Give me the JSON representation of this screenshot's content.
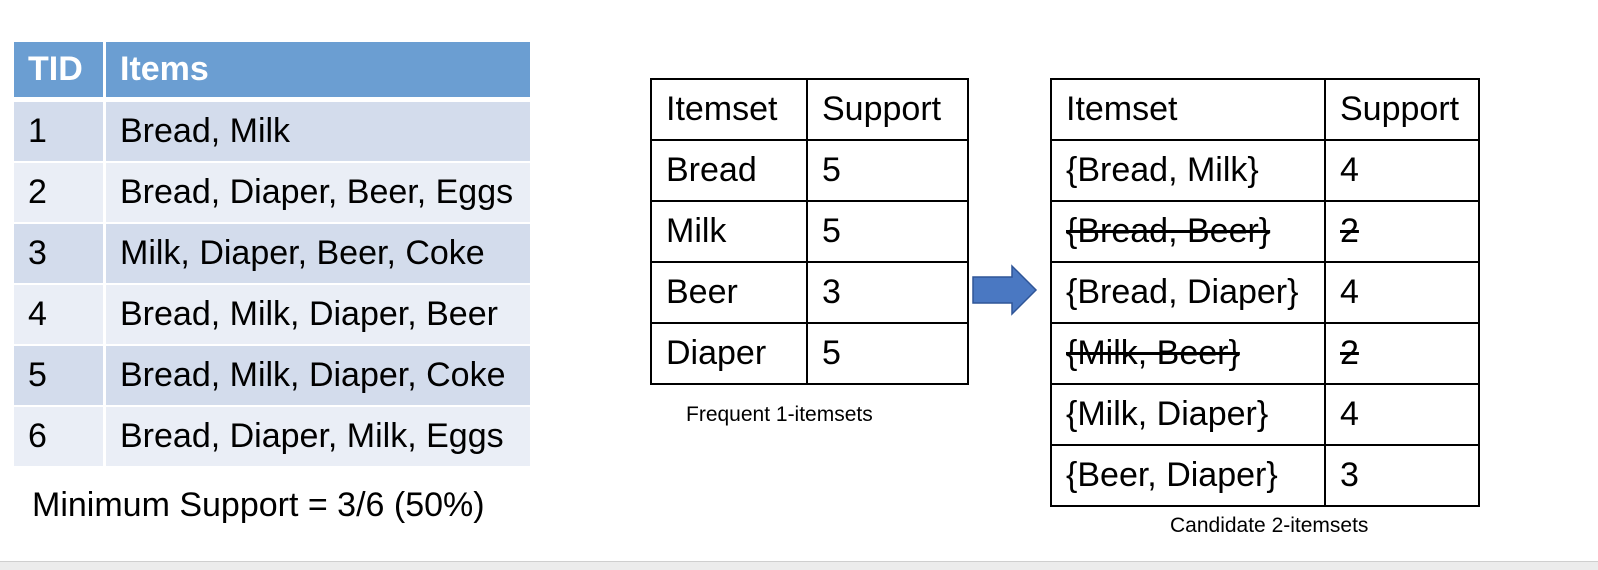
{
  "transactions": {
    "headers": [
      "TID",
      "Items"
    ],
    "rows": [
      {
        "tid": "1",
        "items": "Bread, Milk"
      },
      {
        "tid": "2",
        "items": "Bread, Diaper, Beer, Eggs"
      },
      {
        "tid": "3",
        "items": "Milk, Diaper, Beer, Coke"
      },
      {
        "tid": "4",
        "items": "Bread, Milk, Diaper, Beer"
      },
      {
        "tid": "5",
        "items": "Bread, Milk, Diaper, Coke"
      },
      {
        "tid": "6",
        "items": "Bread, Diaper, Milk, Eggs"
      }
    ]
  },
  "min_support": "Minimum Support = 3/6 (50%)",
  "frequent_1": {
    "headers": [
      "Itemset",
      "Support"
    ],
    "rows": [
      {
        "itemset": "Bread",
        "support": "5"
      },
      {
        "itemset": "Milk",
        "support": "5"
      },
      {
        "itemset": "Beer",
        "support": "3"
      },
      {
        "itemset": "Diaper",
        "support": "5"
      }
    ],
    "caption": "Frequent 1-itemsets"
  },
  "candidate_2": {
    "headers": [
      "Itemset",
      "Support"
    ],
    "rows": [
      {
        "itemset": "{Bread, Milk}",
        "support": "4",
        "pruned": false
      },
      {
        "itemset": "{Bread, Beer}",
        "support": "2",
        "pruned": true
      },
      {
        "itemset": "{Bread, Diaper}",
        "support": "4",
        "pruned": false
      },
      {
        "itemset": "{Milk, Beer}",
        "support": "2",
        "pruned": true
      },
      {
        "itemset": "{Milk, Diaper}",
        "support": "4",
        "pruned": false
      },
      {
        "itemset": "{Beer, Diaper}",
        "support": "3",
        "pruned": false
      }
    ],
    "caption": "Candidate 2-itemsets"
  },
  "colors": {
    "header_fill": "#6b9ed2",
    "row_odd": "#d3dcec",
    "row_even": "#eaeef6",
    "arrow": "#4a78c2",
    "arrow_stroke": "#2f5597"
  },
  "icons": {
    "arrow": "right-arrow-icon"
  }
}
